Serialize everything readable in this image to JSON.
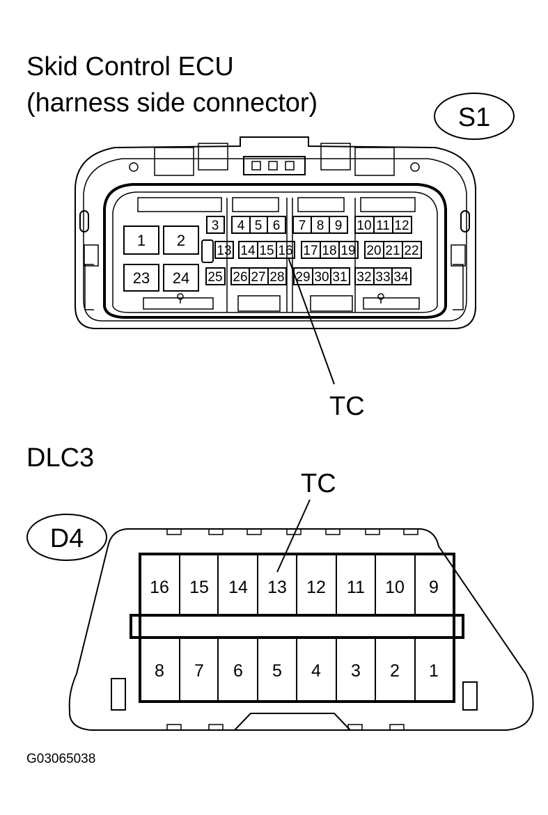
{
  "ecu": {
    "title_line1": "Skid Control ECU",
    "title_line2": "(harness side connector)",
    "connector_code": "S1",
    "pin_label": "TC",
    "pins": {
      "large": [
        "1",
        "2",
        "23",
        "24"
      ],
      "row1": [
        "3",
        "4",
        "5",
        "6",
        "7",
        "8",
        "9",
        "10",
        "11",
        "12"
      ],
      "row2": [
        "13",
        "14",
        "15",
        "16",
        "17",
        "18",
        "19",
        "20",
        "21",
        "22"
      ],
      "row3": [
        "25",
        "26",
        "27",
        "28",
        "29",
        "30",
        "31",
        "32",
        "33",
        "34"
      ]
    }
  },
  "dlc": {
    "title": "DLC3",
    "connector_code": "D4",
    "pin_label": "TC",
    "top_row": [
      "16",
      "15",
      "14",
      "13",
      "12",
      "11",
      "10",
      "9"
    ],
    "bottom_row": [
      "8",
      "7",
      "6",
      "5",
      "4",
      "3",
      "2",
      "1"
    ]
  },
  "figure_code": "G03065038"
}
